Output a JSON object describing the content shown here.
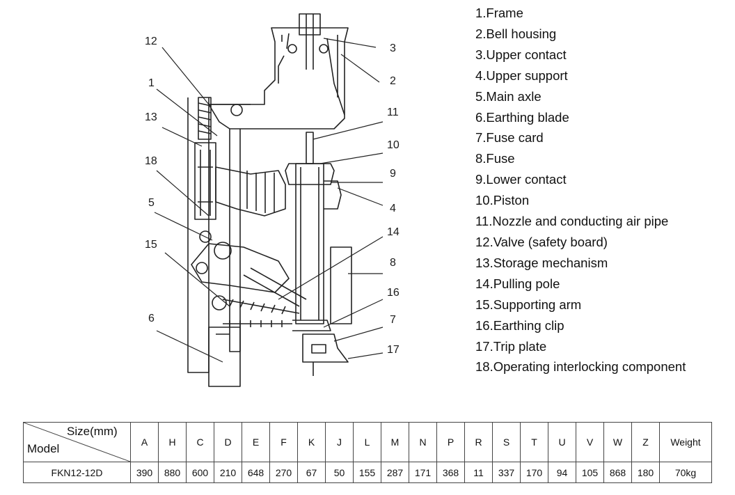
{
  "legend": [
    "1.Frame",
    "2.Bell housing",
    "3.Upper contact",
    "4.Upper support",
    "5.Main axle",
    "6.Earthing blade",
    "7.Fuse card",
    "8.Fuse",
    "9.Lower contact",
    "10.Piston",
    "11.Nozzle and conducting air pipe",
    "12.Valve (safety board)",
    "13.Storage mechanism",
    "14.Pulling pole",
    "15.Supporting arm",
    "16.Earthing clip",
    "17.Trip plate",
    "18.Operating interlocking component"
  ],
  "callouts": {
    "n12": "12",
    "n1": "1",
    "n13": "13",
    "n18": "18",
    "n5": "5",
    "n15": "15",
    "n6": "6",
    "n3": "3",
    "n2": "2",
    "n11": "11",
    "n10": "10",
    "n9": "9",
    "n4": "4",
    "n14": "14",
    "n8": "8",
    "n16": "16",
    "n7": "7",
    "n17": "17"
  },
  "table": {
    "corner_top": "Size(mm)",
    "corner_bottom": "Model",
    "columns": [
      "A",
      "H",
      "C",
      "D",
      "E",
      "F",
      "K",
      "J",
      "L",
      "M",
      "N",
      "P",
      "R",
      "S",
      "T",
      "U",
      "V",
      "W",
      "Z",
      "Weight"
    ],
    "model": "FKN12-12D",
    "values": [
      "390",
      "880",
      "600",
      "210",
      "648",
      "270",
      "67",
      "50",
      "155",
      "287",
      "171",
      "368",
      "11",
      "337",
      "170",
      "94",
      "105",
      "868",
      "180",
      "70kg"
    ]
  }
}
